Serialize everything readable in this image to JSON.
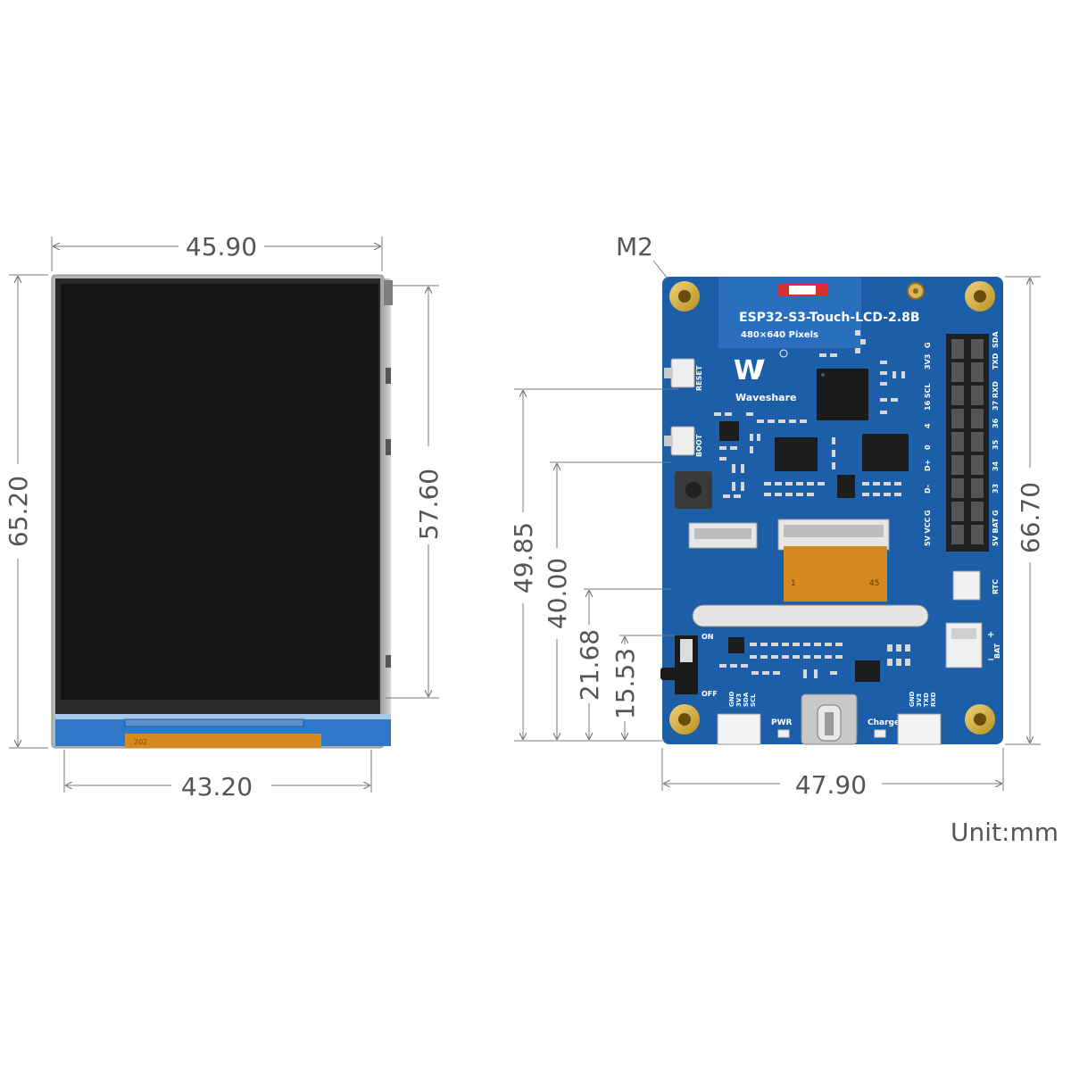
{
  "dimensions": {
    "front_width_top": "45.90",
    "front_height_left": "65.20",
    "screen_height": "57.60",
    "active_width": "43.20",
    "back_h_49": "49.85",
    "back_h_40": "40.00",
    "back_h_21": "21.68",
    "back_h_15": "15.53",
    "back_height": "66.70",
    "back_width": "47.90"
  },
  "mount_label": "M2",
  "unit_label": "Unit:mm",
  "board": {
    "title": "ESP32-S3-Touch-LCD-2.8B",
    "subtitle": "480×640 Pixels",
    "brand": "Waveshare",
    "fpc_pin_left": "1",
    "fpc_pin_right": "45",
    "fpc_front_label": "202",
    "reset_label": "RESET",
    "boot_label": "BOOT",
    "on_label": "ON",
    "off_label": "OFF",
    "pwr_label": "PWR",
    "charge_label": "Charge",
    "rtc_label": "RTC",
    "bat_label": "BAT",
    "bat_plus": "+",
    "bat_minus": "−",
    "conn_left_pins": [
      "GND",
      "3V3",
      "SDA",
      "SCL"
    ],
    "conn_right_pins": [
      "GND",
      "3V3",
      "TXD",
      "RXD"
    ],
    "header_left_pins": [
      "5V VCC",
      "G",
      "D-",
      "D+",
      "0",
      "4",
      "16 SCL",
      "3V3",
      "G"
    ],
    "header_right_pins": [
      "5V BAT",
      "G",
      "33",
      "34",
      "35",
      "36",
      "37 RXD",
      "TXD",
      "SDA"
    ]
  },
  "colors": {
    "pcb": "#1c5fa8",
    "pcb_dark": "#174e8c",
    "screen": "#141414",
    "dim_line": "#7a7a7a",
    "dim_text": "#555555",
    "gold": "#c9a227",
    "fpc": "#d48a1e"
  }
}
